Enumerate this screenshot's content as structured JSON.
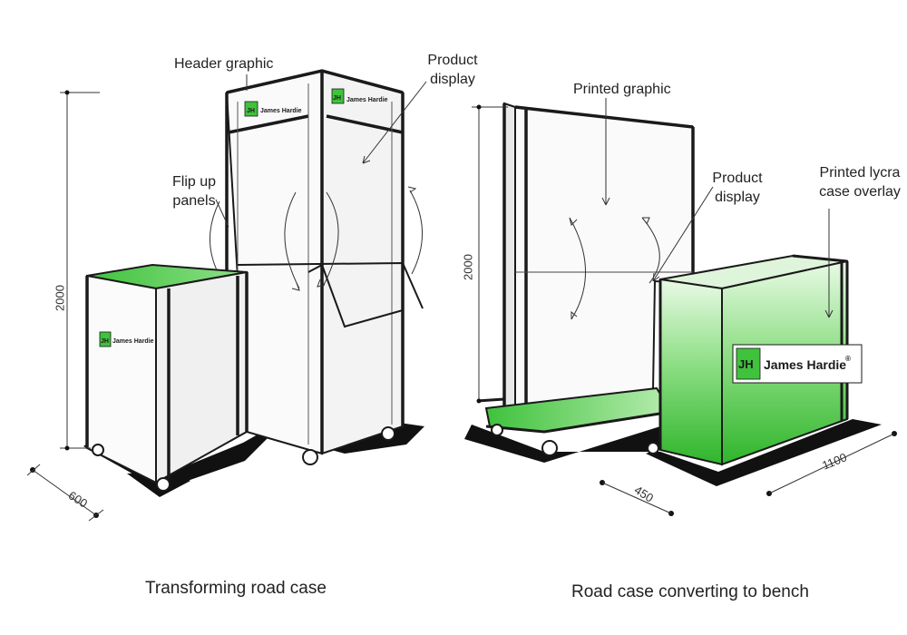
{
  "labels": {
    "header_graphic": "Header graphic",
    "product_display_left": "Product\ndisplay",
    "flip_up_panels": "Flip up\npanels",
    "printed_graphic": "Printed graphic",
    "product_display_right": "Product\ndisplay",
    "printed_lycra": "Printed lycra\ncase overlay"
  },
  "dimensions": {
    "height_left": "2000",
    "depth_left": "600",
    "height_right": "2000",
    "depth_right": "450",
    "width_right": "1100"
  },
  "captions": {
    "left": "Transforming road case",
    "right": "Road case converting to bench"
  },
  "brand": {
    "name": "James Hardie",
    "logo_mark": "JH",
    "registered": "®"
  },
  "colors": {
    "brand_green": "#3fc23c",
    "light_green": "#bff0b8",
    "outline": "#1a1a1a"
  }
}
